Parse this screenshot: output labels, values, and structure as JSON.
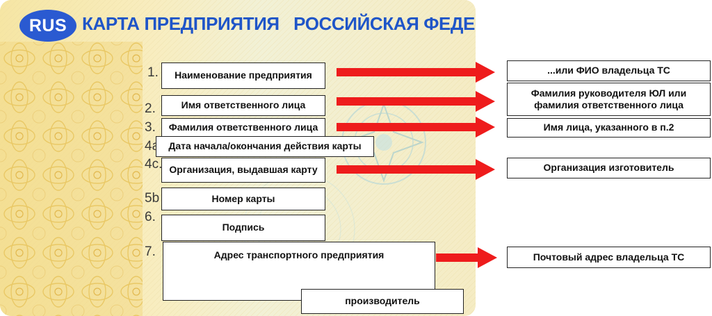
{
  "card": {
    "badge": "RUS",
    "title": "КАРТА ПРЕДПРИЯТИЯ   РОССИЙСКАЯ ФЕДЕРАЦИЯ",
    "colors": {
      "badge": "#2a5ad1",
      "title": "#1f55c8",
      "arrow": "#ee1c1c"
    }
  },
  "fields": [
    {
      "number": "1.",
      "label": "Наименование предприятия"
    },
    {
      "number": "2.",
      "label": "Имя ответственного лица"
    },
    {
      "number": "3.",
      "label": "Фамилия ответственного лица"
    },
    {
      "number": "4a",
      "label": "Дата начала/окончания действия карты"
    },
    {
      "number": "4c.",
      "label": "Организация, выдавшая карту"
    },
    {
      "number": "5b",
      "label": "Номер карты"
    },
    {
      "number": "6.",
      "label": "Подпись"
    },
    {
      "number": "7.",
      "label": "Адрес транспортного предприятия"
    }
  ],
  "extra_label": "производитель",
  "notes": [
    "...или ФИО владельца ТС",
    "Фамилия руководителя ЮЛ или фамилия ответственного лица",
    "Имя лица, указанного в п.2",
    "Организация изготовитель",
    "Почтовый адрес владельца ТС"
  ]
}
